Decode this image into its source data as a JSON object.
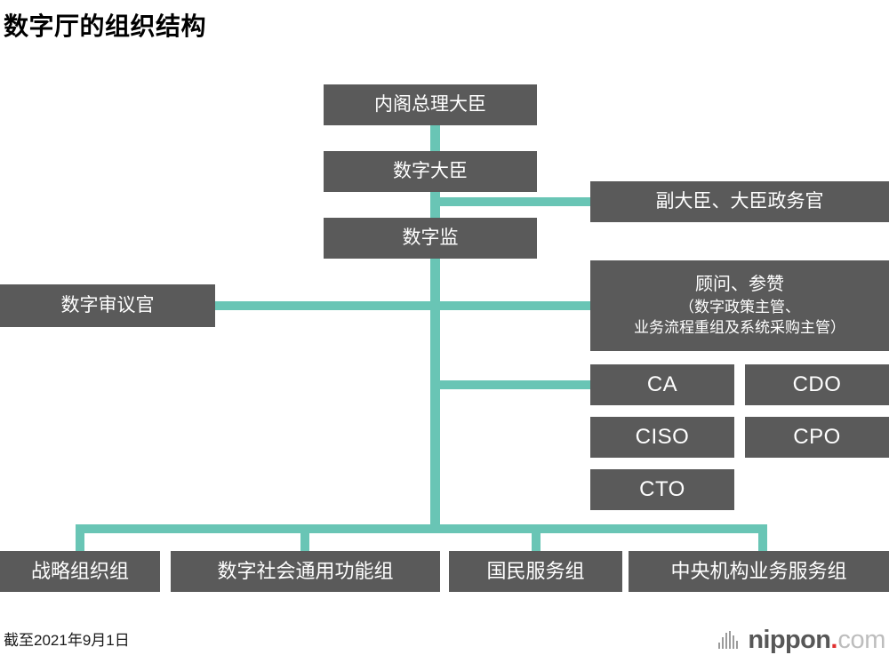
{
  "title": "数字厅的组织结构",
  "footer": {
    "note": "截至2021年9月1日",
    "logo_word": "nippon",
    "logo_dot": ".",
    "logo_tld": "com"
  },
  "colors": {
    "box_fill": "#5a5a5a",
    "box_text": "#ffffff",
    "connector": "#69c5b5",
    "background": "#ffffff",
    "title_text": "#000000",
    "logo_word": "#575757",
    "logo_dot": "#e03030",
    "logo_tld": "#bdbdbd"
  },
  "chart_data": {
    "type": "diagram",
    "diagram_kind": "organization-chart",
    "title": "数字厅的组织结构",
    "as_of": "截至2021年9月1日",
    "nodes": [
      {
        "id": "pm",
        "label": "内阁总理大臣",
        "level": 1,
        "column": "center"
      },
      {
        "id": "minister",
        "label": "数字大臣",
        "level": 2,
        "column": "center"
      },
      {
        "id": "kan",
        "label": "数字监",
        "level": 3,
        "column": "center"
      },
      {
        "id": "vice",
        "label": "副大臣、大臣政务官",
        "level": 2,
        "column": "right"
      },
      {
        "id": "advisor",
        "label": "顾问、参赞",
        "level": 3,
        "column": "right",
        "sublabels": [
          "（数字政策主管、",
          "业务流程重组及系统采购主管）"
        ]
      },
      {
        "id": "shingikan",
        "label": "数字审议官",
        "level": 3,
        "column": "left"
      },
      {
        "id": "ca",
        "label": "CA",
        "level": 4,
        "column": "right"
      },
      {
        "id": "cdo",
        "label": "CDO",
        "level": 4,
        "column": "right"
      },
      {
        "id": "ciso",
        "label": "CISO",
        "level": 4,
        "column": "right"
      },
      {
        "id": "cpo",
        "label": "CPO",
        "level": 4,
        "column": "right"
      },
      {
        "id": "cto",
        "label": "CTO",
        "level": 4,
        "column": "right"
      },
      {
        "id": "g1",
        "label": "战略组织组",
        "level": 5,
        "column": "bottom"
      },
      {
        "id": "g2",
        "label": "数字社会通用功能组",
        "level": 5,
        "column": "bottom"
      },
      {
        "id": "g3",
        "label": "国民服务组",
        "level": 5,
        "column": "bottom"
      },
      {
        "id": "g4",
        "label": "中央机构业务服务组",
        "level": 5,
        "column": "bottom"
      }
    ],
    "edges": [
      {
        "from": "pm",
        "to": "minister"
      },
      {
        "from": "minister",
        "to": "kan"
      },
      {
        "from": "minister",
        "to": "vice"
      },
      {
        "from": "kan",
        "to": "advisor"
      },
      {
        "from": "kan",
        "to": "shingikan"
      },
      {
        "from": "kan",
        "to": "ca"
      },
      {
        "from": "kan",
        "to": "g1"
      },
      {
        "from": "kan",
        "to": "g2"
      },
      {
        "from": "kan",
        "to": "g3"
      },
      {
        "from": "kan",
        "to": "g4"
      }
    ]
  }
}
